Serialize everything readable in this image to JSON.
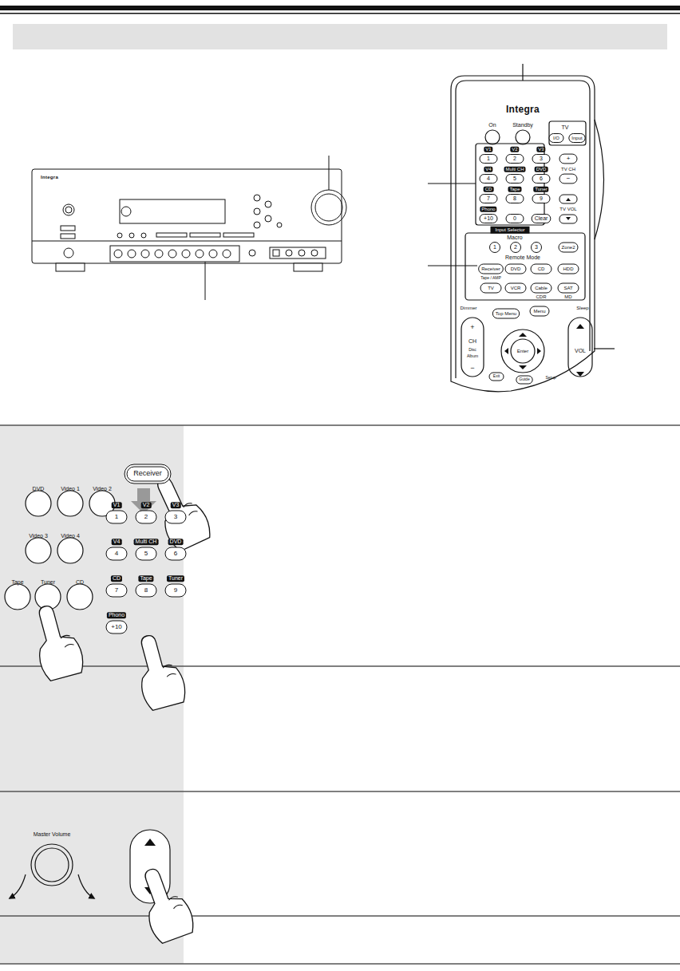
{
  "diagram": {
    "labels": [
      "Integra",
      "On",
      "Standby",
      "TV",
      "I/O",
      "Input",
      "V1",
      "V2",
      "V3",
      "1",
      "2",
      "3",
      "V4",
      "Multi CH",
      "DVD",
      "4",
      "5",
      "6",
      "CD",
      "Tape",
      "Tuner",
      "7",
      "8",
      "9",
      "Phono",
      "+10",
      "0",
      "Clear",
      "Input Selector",
      "+",
      "TV CH",
      "−",
      "TV VOL",
      "Macro",
      "1",
      "2",
      "3",
      "Zone2",
      "Remote Mode",
      "Receiver",
      "DVD",
      "CD",
      "HDD",
      "Tape / AMP",
      "TV",
      "VCR",
      "Cable",
      "SAT",
      "CDR",
      "MD",
      "Dimmer",
      "Sleep",
      "Top Menu",
      "Menu",
      "+",
      "CH",
      "Disc",
      "Album",
      "−",
      "Enter",
      "VOL",
      "Exit",
      "Guide",
      "Setup",
      "Integra",
      "DVD",
      "Video 1",
      "Video 2",
      "Video 3",
      "Video 4",
      "Tape",
      "Tuner",
      "CD",
      "Receiver",
      "V1",
      "V2",
      "V3",
      "1",
      "2",
      "3",
      "V4",
      "Multi CH",
      "DVD",
      "4",
      "5",
      "6",
      "CD",
      "Tape",
      "Tuner",
      "7",
      "8",
      "9",
      "Phono",
      "+10",
      "Master Volume"
    ]
  }
}
